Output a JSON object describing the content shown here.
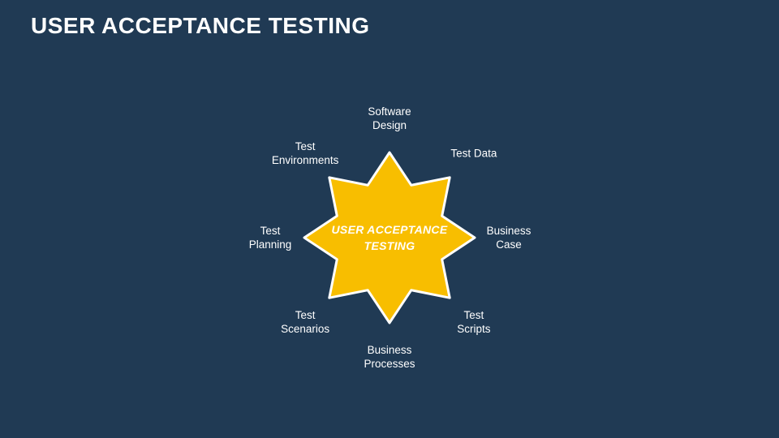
{
  "slide": {
    "title": "USER ACCEPTANCE TESTING",
    "title_color": "#FFFFFF",
    "background_color": "#203A54"
  },
  "diagram": {
    "center_label": {
      "lines": [
        "USER ACCEPTANCE",
        "TESTING"
      ],
      "color": "#FFFFFF"
    },
    "star_color": "#F8BE00",
    "outline_color": "#FFFFFF",
    "petals": [
      {
        "id": "software-design",
        "lines": [
          "Software",
          "Design"
        ],
        "color": "#3E7CB5",
        "angle": 0
      },
      {
        "id": "test-data",
        "lines": [
          "Test Data"
        ],
        "color": "#A6B823",
        "angle": 45
      },
      {
        "id": "business-case",
        "lines": [
          "Business",
          "Case"
        ],
        "color": "#F28D1E",
        "angle": 90
      },
      {
        "id": "test-scripts",
        "lines": [
          "Test",
          "Scripts"
        ],
        "color": "#289C8D",
        "angle": 135
      },
      {
        "id": "business-processes",
        "lines": [
          "Business",
          "Processes"
        ],
        "color": "#3E7CB5",
        "angle": 180
      },
      {
        "id": "test-scenarios",
        "lines": [
          "Test",
          "Scenarios"
        ],
        "color": "#A6B823",
        "angle": 225
      },
      {
        "id": "test-planning",
        "lines": [
          "Test",
          "Planning"
        ],
        "color": "#F28D1E",
        "angle": 270
      },
      {
        "id": "test-environments",
        "lines": [
          "Test",
          "Environments"
        ],
        "color": "#289C8D",
        "angle": 315
      }
    ]
  }
}
